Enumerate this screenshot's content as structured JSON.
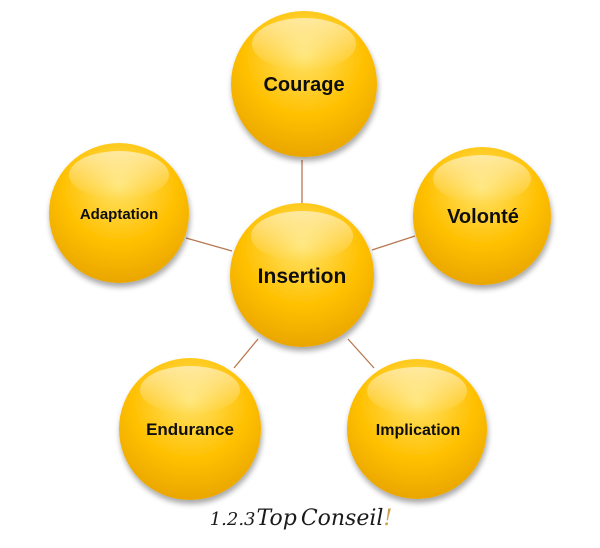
{
  "diagram": {
    "center": {
      "id": "insertion",
      "label": "Insertion"
    },
    "nodes": [
      {
        "id": "courage",
        "label": "Courage"
      },
      {
        "id": "volonte",
        "label": "Volonté"
      },
      {
        "id": "implication",
        "label": "Implication"
      },
      {
        "id": "endurance",
        "label": "Endurance"
      },
      {
        "id": "adaptation",
        "label": "Adaptation"
      }
    ]
  },
  "logo": {
    "prefix": "1.2.3",
    "word1": "Top",
    "word2": "Conseil",
    "suffix": "!"
  },
  "colors": {
    "circle_light": "#ffe36a",
    "circle_main": "#ffc000",
    "circle_dark": "#e39b00",
    "connector": "#b9774f",
    "logo_accent": "#c9a24a"
  }
}
